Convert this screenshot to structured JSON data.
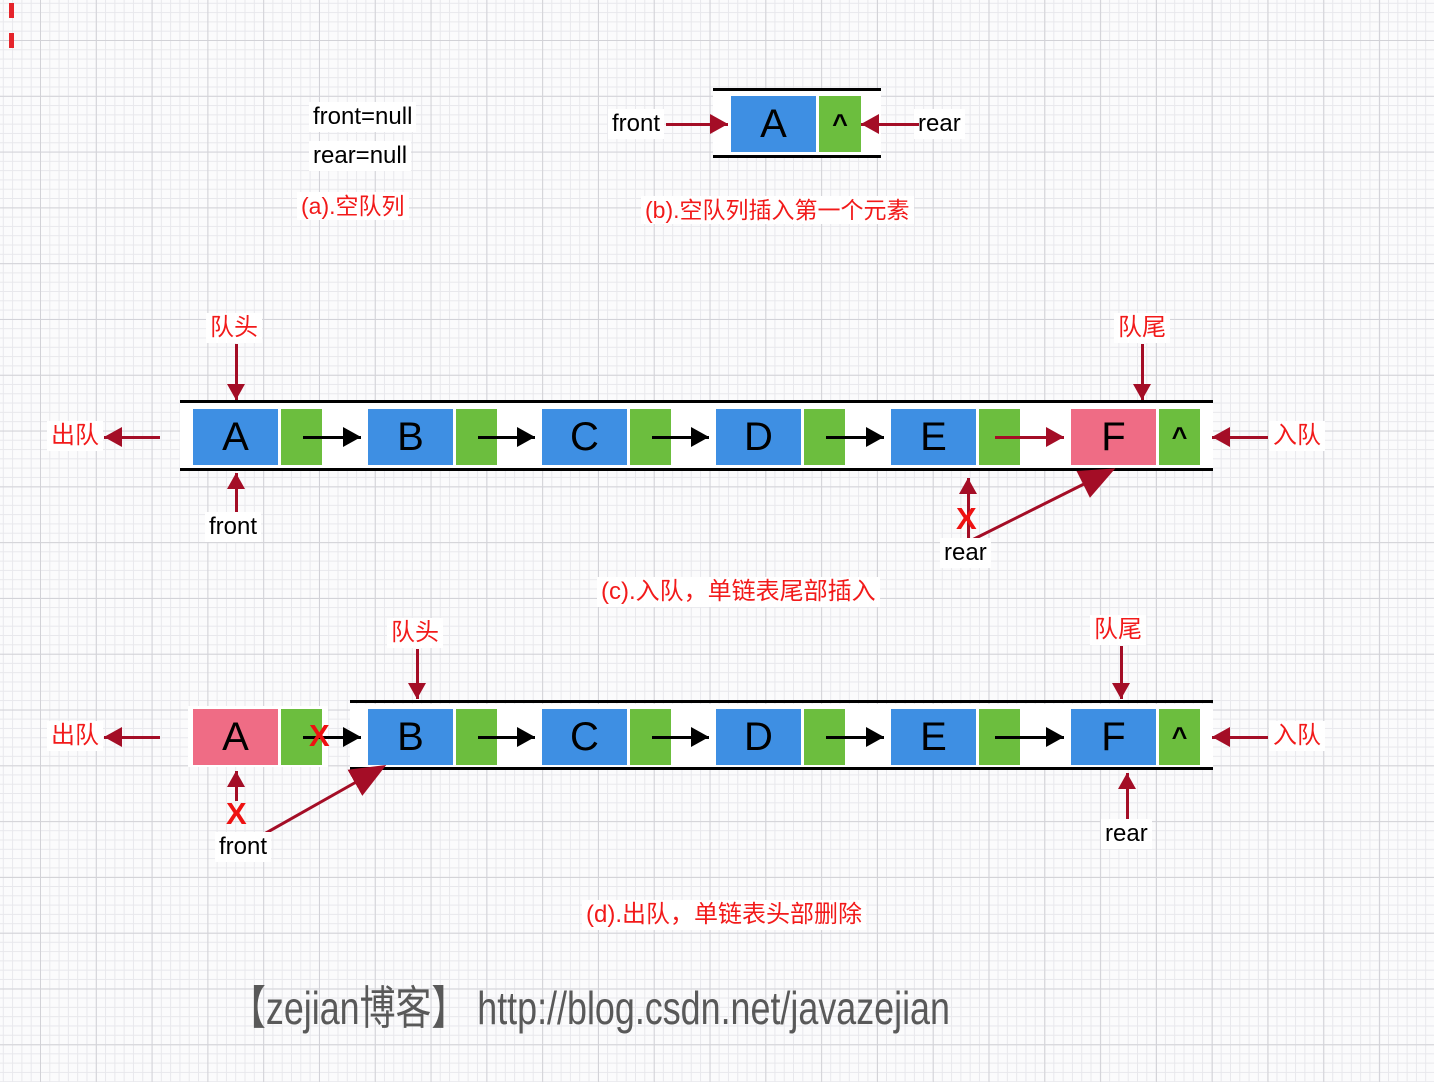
{
  "colors": {
    "node_blue": "#3E8FE3",
    "pointer_green": "#6CBE3E",
    "highlight_pink": "#EF6C85",
    "arrow_dark_red": "#A40D26",
    "label_red": "#F21A1A",
    "watermark_gray": "#595959"
  },
  "symbols": {
    "null_pointer": "^",
    "broken_link_x": "X"
  },
  "panel_a": {
    "front_text": "front=null",
    "rear_text": "rear=null",
    "caption": "(a).空队列"
  },
  "panel_b": {
    "front_label": "front",
    "rear_label": "rear",
    "node_value": "A",
    "null_pointer": "^",
    "caption": "(b).空队列插入第一个元素"
  },
  "panel_c": {
    "head_label": "队头",
    "tail_label": "队尾",
    "dequeue_label": "出队",
    "enqueue_label": "入队",
    "front_label": "front",
    "rear_label": "rear",
    "nodes": [
      {
        "value": "A"
      },
      {
        "value": "B"
      },
      {
        "value": "C"
      },
      {
        "value": "D"
      },
      {
        "value": "E"
      },
      {
        "value": "F"
      }
    ],
    "caption": "(c).入队，单链表尾部插入"
  },
  "panel_d": {
    "head_label": "队头",
    "tail_label": "队尾",
    "dequeue_label": "出队",
    "enqueue_label": "入队",
    "front_label": "front",
    "rear_label": "rear",
    "nodes": [
      {
        "value": "A"
      },
      {
        "value": "B"
      },
      {
        "value": "C"
      },
      {
        "value": "D"
      },
      {
        "value": "E"
      },
      {
        "value": "F"
      }
    ],
    "caption": "(d).出队，单链表头部删除"
  },
  "watermark": "【zejian博客】 http://blog.csdn.net/javazejian"
}
